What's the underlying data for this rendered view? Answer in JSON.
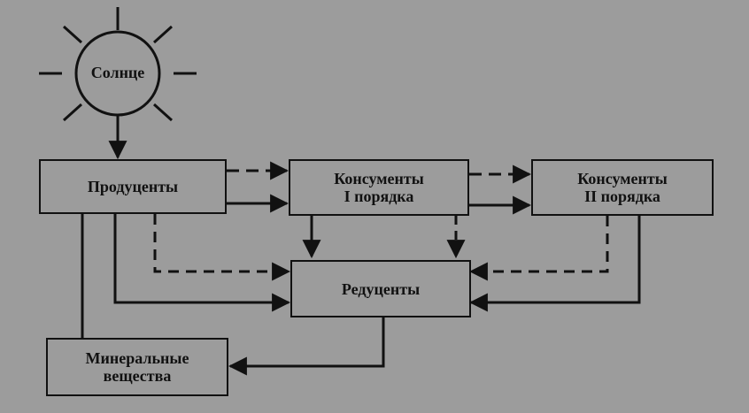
{
  "diagram": {
    "nodes": {
      "sun": {
        "label": "Солнце"
      },
      "producers": {
        "label": "Продуценты"
      },
      "consumers1": {
        "line1": "Консументы",
        "line2": "I порядка"
      },
      "consumers2": {
        "line1": "Консументы",
        "line2": "II порядка"
      },
      "decomposers": {
        "label": "Редуценты"
      },
      "minerals": {
        "line1": "Минеральные",
        "line2": "вещества"
      }
    },
    "edges": [
      {
        "from": "sun",
        "to": "producers",
        "style": "solid"
      },
      {
        "from": "producers",
        "to": "consumers1",
        "style": "dashed"
      },
      {
        "from": "producers",
        "to": "consumers1",
        "style": "solid"
      },
      {
        "from": "consumers1",
        "to": "consumers2",
        "style": "dashed"
      },
      {
        "from": "consumers1",
        "to": "consumers2",
        "style": "solid"
      },
      {
        "from": "producers",
        "to": "decomposers",
        "style": "dashed"
      },
      {
        "from": "producers",
        "to": "decomposers",
        "style": "solid"
      },
      {
        "from": "consumers1",
        "to": "decomposers",
        "style": "solid"
      },
      {
        "from": "consumers1",
        "to": "decomposers",
        "style": "dashed"
      },
      {
        "from": "consumers2",
        "to": "decomposers",
        "style": "dashed"
      },
      {
        "from": "consumers2",
        "to": "decomposers",
        "style": "solid"
      },
      {
        "from": "decomposers",
        "to": "minerals",
        "style": "solid"
      },
      {
        "from": "minerals",
        "to": "producers",
        "style": "solid"
      }
    ],
    "colors": {
      "background": "#9c9c9c",
      "ink": "#111111",
      "frame": "#000000"
    }
  }
}
